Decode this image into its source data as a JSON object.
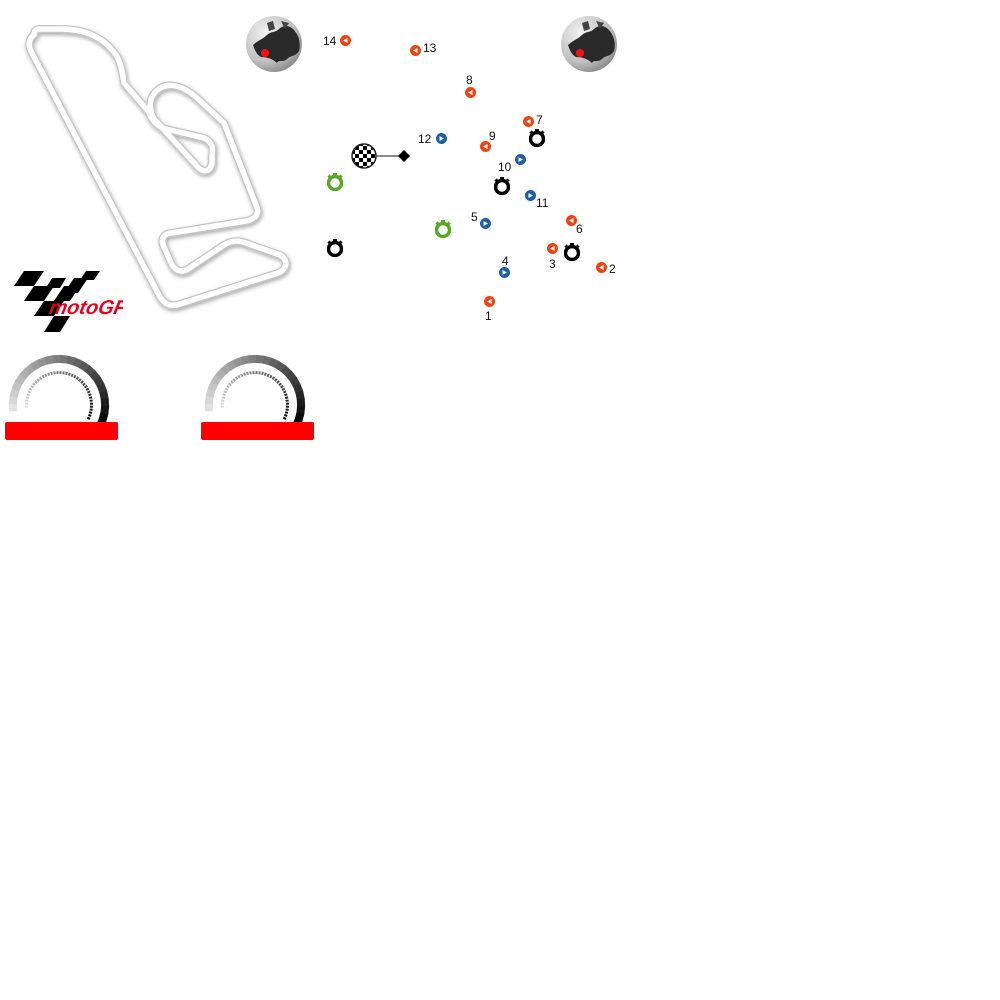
{
  "circuit": {
    "name_icon": "circuit-track-outline",
    "series_logo_text": "motoGP",
    "colors": {
      "track_stroke": "#b8b8b8",
      "logo_red": "#e8001c",
      "logo_black": "#000000",
      "left_turn": "#ee4411",
      "right_turn": "#1a5fa8",
      "cog_green": "#55aa22",
      "cog_black": "#000000",
      "gauge_bar": "#ff0000"
    }
  },
  "globes": [
    {
      "icon": "europe-globe-icon"
    },
    {
      "icon": "europe-globe-icon"
    }
  ],
  "gauges": [
    {
      "icon": "speed-gauge-icon",
      "value_text": ""
    },
    {
      "icon": "speed-gauge-icon",
      "value_text": ""
    }
  ],
  "turns": [
    {
      "number": "1",
      "direction": "left"
    },
    {
      "number": "2",
      "direction": "left"
    },
    {
      "number": "3",
      "direction": "left"
    },
    {
      "number": "4",
      "direction": "right"
    },
    {
      "number": "5",
      "direction": "right"
    },
    {
      "number": "6",
      "direction": "left"
    },
    {
      "number": "7",
      "direction": "left"
    },
    {
      "number": "8",
      "direction": "left"
    },
    {
      "number": "9",
      "direction": "left"
    },
    {
      "number": "10",
      "direction": "right"
    },
    {
      "number": "11",
      "direction": "right"
    },
    {
      "number": "12",
      "direction": "right"
    },
    {
      "number": "13",
      "direction": "left"
    },
    {
      "number": "14",
      "direction": "left"
    }
  ],
  "sectors": [
    {
      "icon": "sector-cog-icon",
      "color": "green"
    },
    {
      "icon": "sector-cog-icon",
      "color": "green"
    },
    {
      "icon": "sector-cog-icon",
      "color": "black"
    },
    {
      "icon": "sector-cog-icon",
      "color": "black"
    },
    {
      "icon": "sector-cog-icon",
      "color": "black"
    },
    {
      "icon": "sector-cog-icon",
      "color": "black"
    }
  ],
  "finish": {
    "icon": "checkered-flag-icon"
  }
}
